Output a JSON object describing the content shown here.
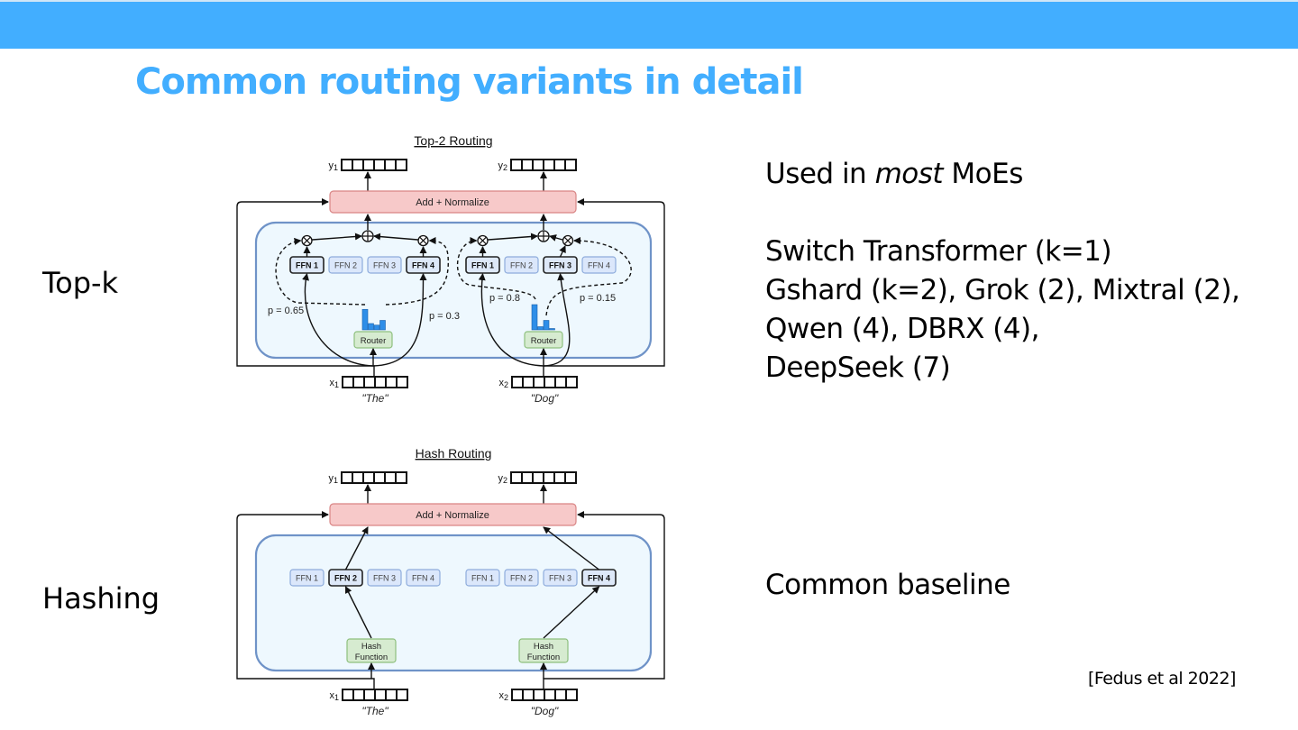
{
  "slide": {
    "title": "Common routing variants in detail",
    "accent_color": "#42aeff",
    "citation": "[Fedus et al 2022]"
  },
  "rows": [
    {
      "label": "Top-k",
      "notes": {
        "line1_prefix": "Used in ",
        "line1_emph": "most",
        "line1_suffix": " MoEs",
        "lines": [
          "Switch Transformer (k=1)",
          "Gshard (k=2), Grok (2), Mixtral (2),",
          "Qwen (4), DBRX (4),",
          "DeepSeek (7)"
        ]
      }
    },
    {
      "label": "Hashing",
      "notes": {
        "lines": [
          "Common baseline"
        ]
      }
    }
  ],
  "diagrams": {
    "top2": {
      "title": "Top-2 Routing",
      "add_norm": "Add + Normalize",
      "outputs": [
        "y1",
        "y2"
      ],
      "inputs": [
        "x1",
        "x2"
      ],
      "tokens": [
        "\"The\"",
        "\"Dog\""
      ],
      "router_label": "Router",
      "experts": [
        "FFN 1",
        "FFN 2",
        "FFN 3",
        "FFN 4"
      ],
      "left": {
        "selected": [
          1,
          4
        ],
        "probs": [
          "p = 0.65",
          "p = 0.3"
        ],
        "bar_values": [
          0.65,
          0.2,
          0.15,
          0.3
        ]
      },
      "right": {
        "selected": [
          1,
          3
        ],
        "probs": [
          "p = 0.8",
          "p = 0.15"
        ],
        "bar_values": [
          0.8,
          0.1,
          0.3,
          0.02
        ]
      }
    },
    "hash": {
      "title": "Hash Routing",
      "add_norm": "Add + Normalize",
      "outputs": [
        "y1",
        "y2"
      ],
      "inputs": [
        "x1",
        "x2"
      ],
      "tokens": [
        "\"The\"",
        "\"Dog\""
      ],
      "hash_label_1": "Hash",
      "hash_label_2": "Function",
      "experts": [
        "FFN 1",
        "FFN 2",
        "FFN 3",
        "FFN 4"
      ],
      "left": {
        "selected": [
          2
        ]
      },
      "right": {
        "selected": [
          4
        ]
      }
    }
  }
}
